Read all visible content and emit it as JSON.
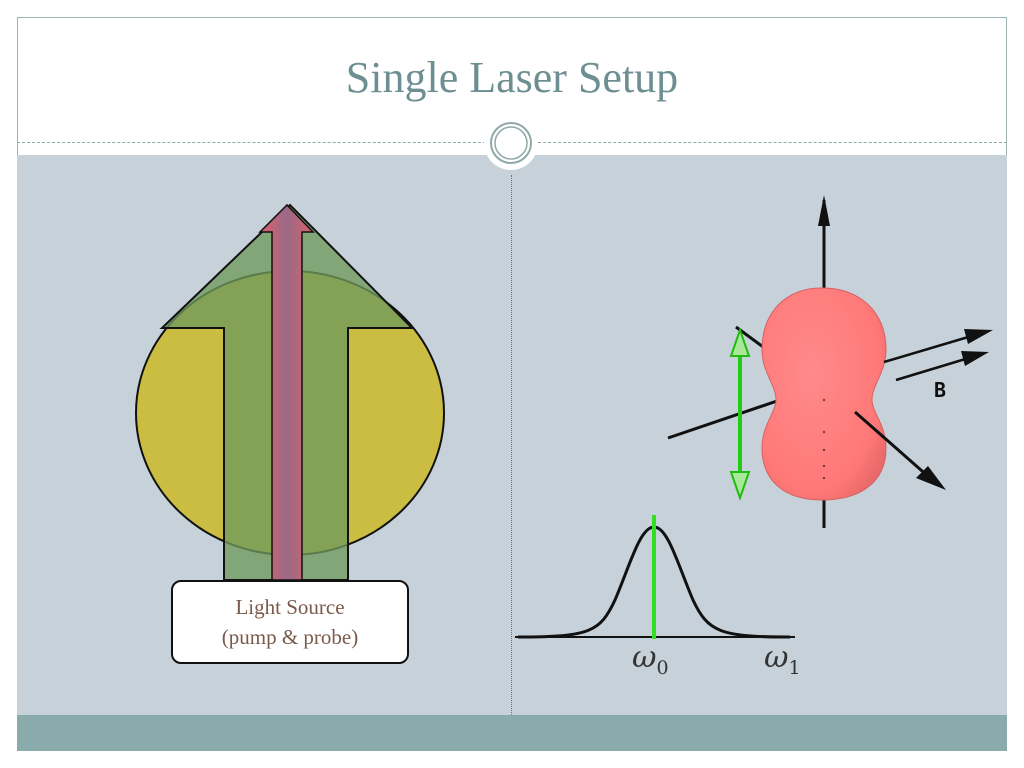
{
  "slide": {
    "title": "Single Laser Setup"
  },
  "light_source": {
    "line1": "Light Source",
    "line2": "(pump & probe)"
  },
  "spectrum": {
    "omega0_base": "ω",
    "omega0_sub": "0",
    "omega1_base": "ω",
    "omega1_sub": "1"
  },
  "field": {
    "label": "B"
  },
  "colors": {
    "title": "#6e8f92",
    "content_bg": "#c6d1d9",
    "footer": "#8aabab",
    "yellow_circle": "#cbbd42",
    "green_arrow": "#6f9a5c",
    "atom": "#ff7f7f",
    "resonance_line": "#33dd22"
  }
}
